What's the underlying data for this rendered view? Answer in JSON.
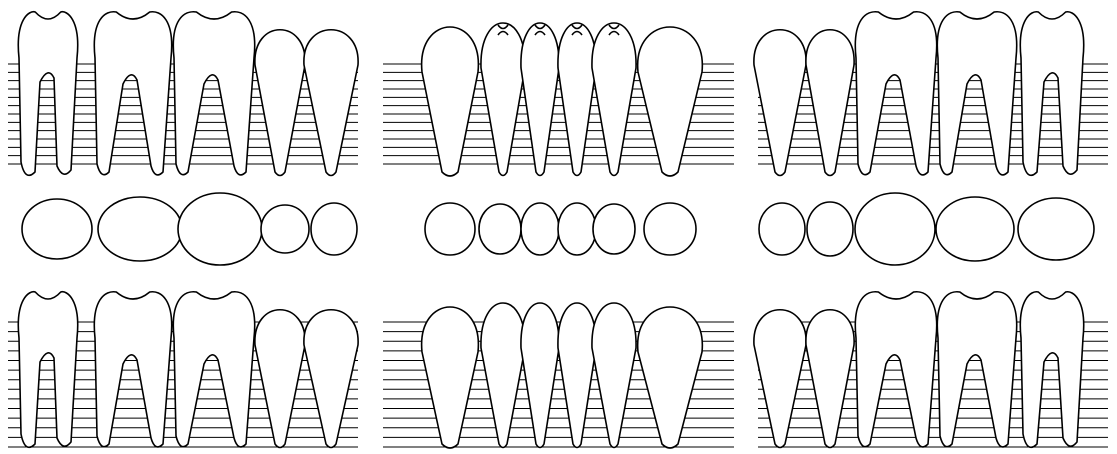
{
  "chart": {
    "upper_teeth": [
      "18",
      "17",
      "16",
      "15",
      "14",
      "13",
      "12",
      "11",
      "21",
      "22",
      "23",
      "24",
      "25",
      "26",
      "27",
      "28"
    ],
    "lower_teeth": [
      "48",
      "47",
      "46",
      "45",
      "44",
      "43",
      "42",
      "41",
      "31",
      "32",
      "33",
      "34",
      "35",
      "36",
      "37",
      "38"
    ],
    "colors": {
      "line": "#000000",
      "background": "#ffffff",
      "tooth_fill": "#ffffff"
    },
    "marked_teeth": [
      "12",
      "11",
      "21",
      "22"
    ]
  }
}
